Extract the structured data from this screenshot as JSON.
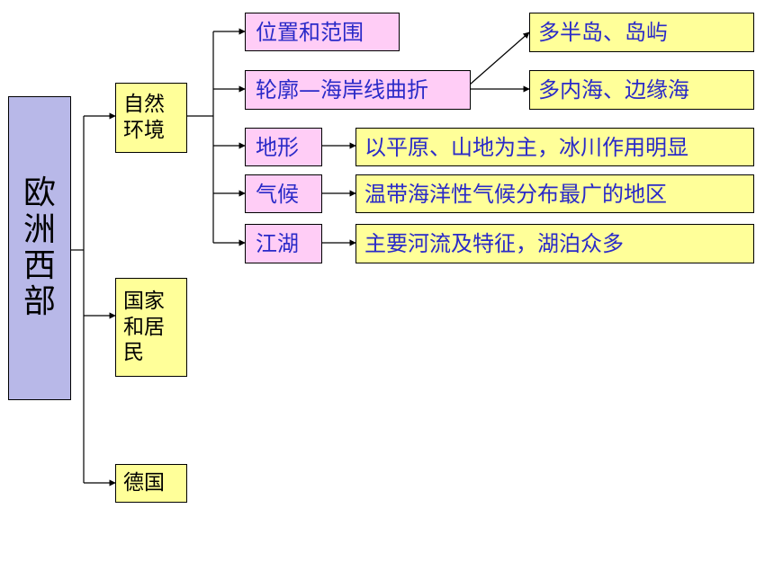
{
  "root": {
    "label": "欧洲西部"
  },
  "categories": [
    {
      "label": "自然环境"
    },
    {
      "label": "国家和居民"
    },
    {
      "label": "德国"
    }
  ],
  "subtopics": [
    {
      "label": "位置和范围"
    },
    {
      "label": "轮廓—海岸线曲折"
    },
    {
      "label": "地形"
    },
    {
      "label": "气候"
    },
    {
      "label": "江湖"
    }
  ],
  "details": [
    {
      "label": "多半岛、岛屿"
    },
    {
      "label": "多内海、边缘海"
    },
    {
      "label": "以平原、山地为主，冰川作用明显"
    },
    {
      "label": "温带海洋性气候分布最广的地区"
    },
    {
      "label": "主要河流及特征，湖泊众多"
    }
  ],
  "colors": {
    "root_fill": "#b8b8e8",
    "category_fill": "#ffff99",
    "subtopic_fill": "#ffcdf6",
    "detail_fill": "#ffff99",
    "subtopic_text": "#2a2ac8"
  }
}
